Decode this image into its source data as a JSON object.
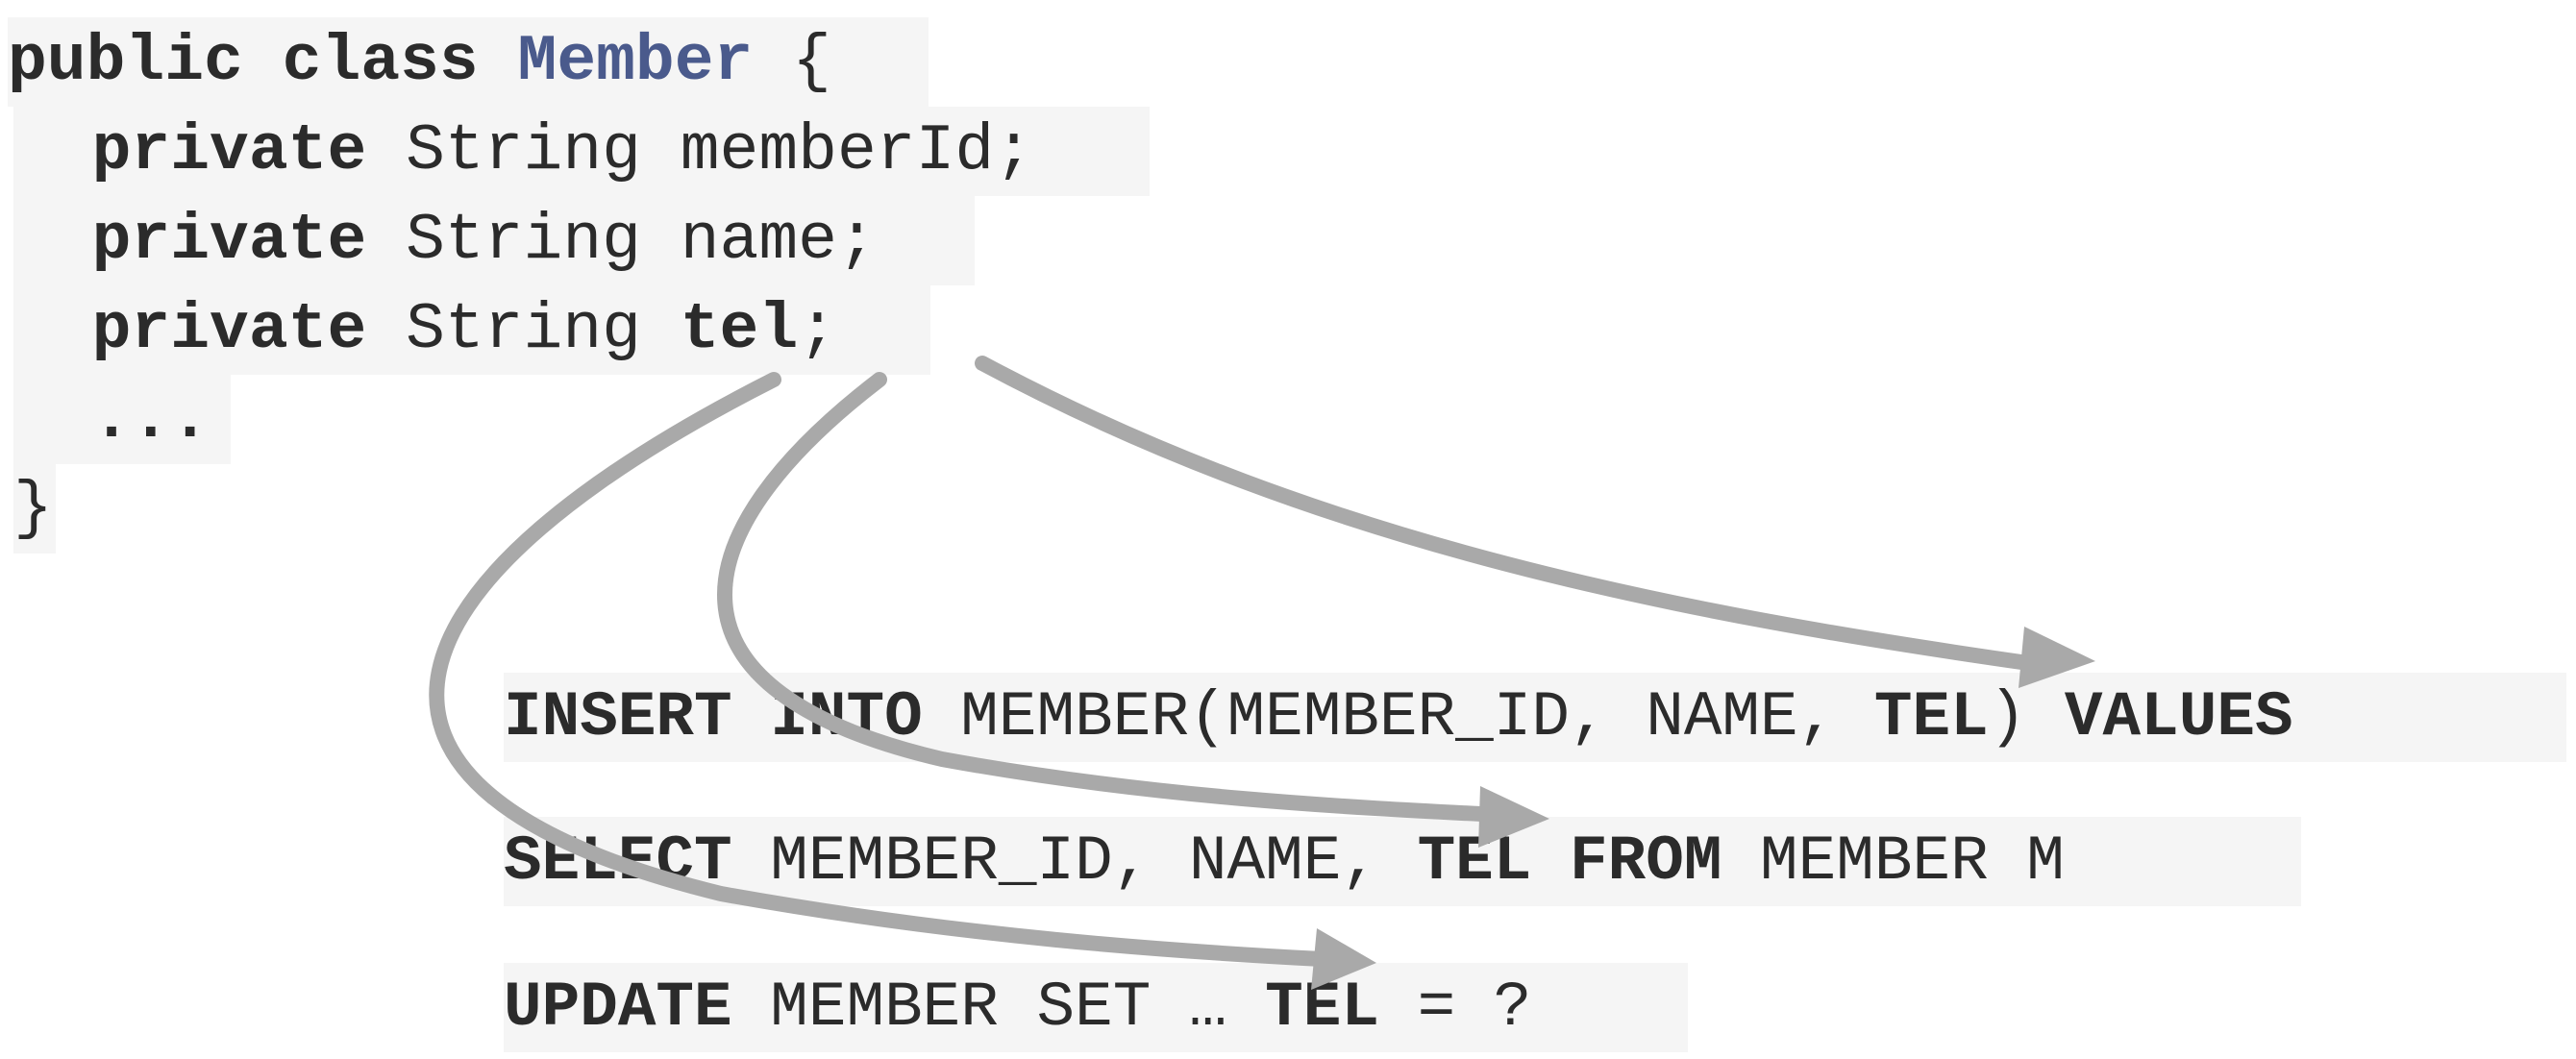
{
  "code": {
    "line1": {
      "kw_public": "public",
      "kw_class": "class",
      "class_name": "Member",
      "brace_open": "{"
    },
    "line2": {
      "kw_private": "private",
      "type": "String",
      "field": "memberId;"
    },
    "line3": {
      "kw_private": "private",
      "type": "String",
      "field": "name;"
    },
    "line4": {
      "kw_private": "private",
      "type": "String",
      "field_bold": "tel",
      "semicolon": ";"
    },
    "line5": {
      "ellipsis": "..."
    },
    "line6": {
      "brace_close": "}"
    }
  },
  "sql": {
    "insert": {
      "kw_insert": "INSERT",
      "kw_into": "INTO",
      "table_cols": "MEMBER(MEMBER_ID, NAME,",
      "tel": "TEL",
      "paren": ")",
      "kw_values": "VALUES"
    },
    "select": {
      "kw_select": "SELECT",
      "cols": "MEMBER_ID, NAME,",
      "tel": "TEL",
      "kw_from": "FROM",
      "table": "MEMBER M"
    },
    "update": {
      "kw_update": "UPDATE",
      "rest": "MEMBER SET …",
      "tel": "TEL",
      "assign": "= ?"
    }
  },
  "colors": {
    "class_name": "#4a5a8c",
    "text": "#2b2b2b",
    "code_bg": "#f5f5f5",
    "arrow": "#a9a9a9"
  }
}
